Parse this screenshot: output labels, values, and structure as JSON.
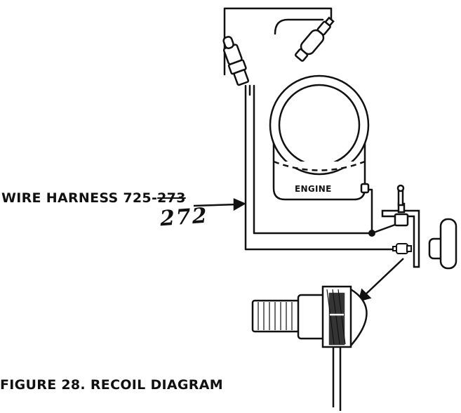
{
  "labels": {
    "wire_harness_prefix": "WIRE HARNESS 725-",
    "wire_harness_struck": "273",
    "handwritten_correction": "272",
    "engine": "ENGINE",
    "caption": "FIGURE 28. RECOIL DIAGRAM"
  },
  "colors": {
    "ink": "#111111",
    "background": "#ffffff"
  }
}
